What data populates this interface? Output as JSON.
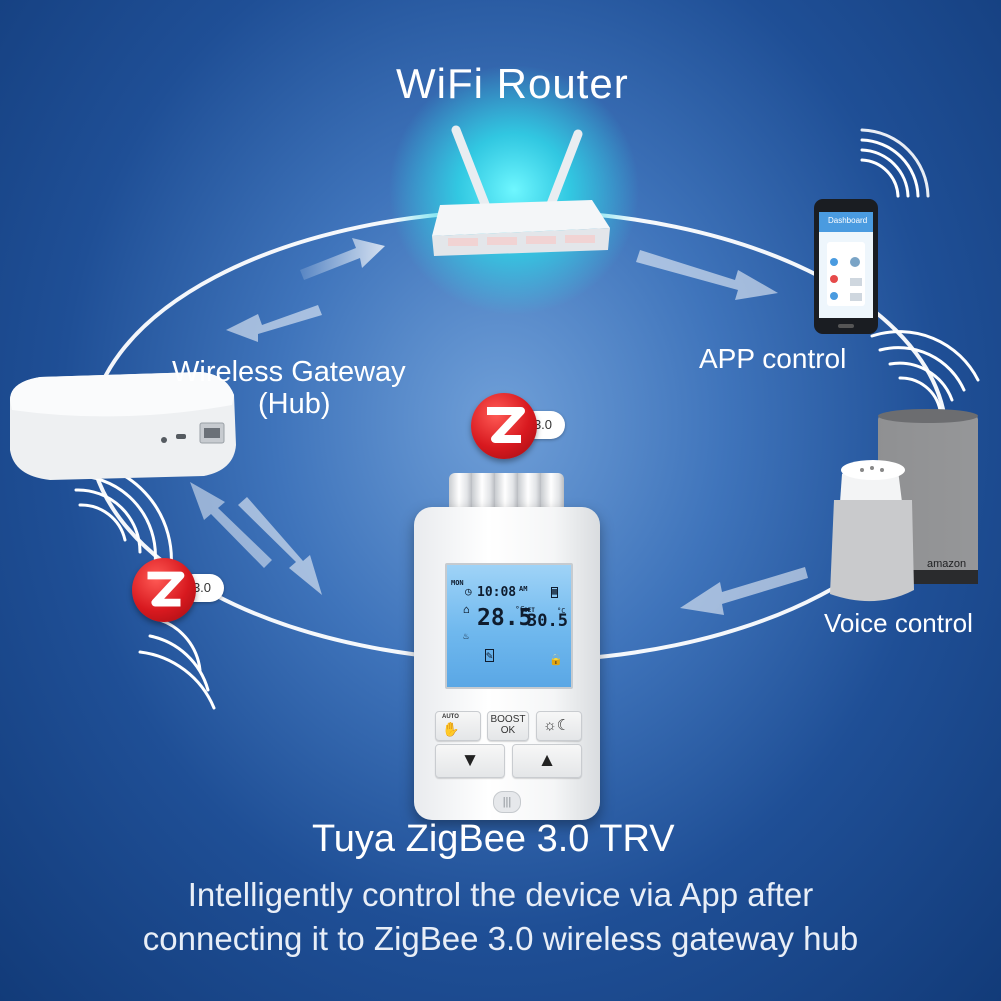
{
  "title": "WiFi Router",
  "labels": {
    "gateway_line1": "Wireless Gateway",
    "gateway_line2": "(Hub)",
    "app_control": "APP control",
    "voice_control": "Voice control"
  },
  "badges": {
    "zigbee_version": "3.0"
  },
  "device": {
    "lcd": {
      "mode": "MON",
      "time": "10:08",
      "ampm": "AM",
      "current_temp": "28.5",
      "set_label": "SET",
      "set_temp": "30.5",
      "unit": "°C"
    },
    "buttons": {
      "auto": "AUTO",
      "boost_line1": "BOOST",
      "boost_line2": "OK",
      "down": "▼",
      "up": "▲"
    }
  },
  "caption": {
    "product": "Tuya ZigBee 3.0 TRV",
    "line1": "Intelligently control the device via App after",
    "line2": "connecting it to ZigBee 3.0 wireless gateway hub"
  },
  "speaker_brand": "amazon",
  "phone_screen_title": "Dashboard",
  "colors": {
    "background": "#1f4f96",
    "ring": "#ffffff",
    "zigbee_red": "#d8191f",
    "lcd_blue": "#6fb8ee",
    "router_glow": "#3fe6f0"
  }
}
